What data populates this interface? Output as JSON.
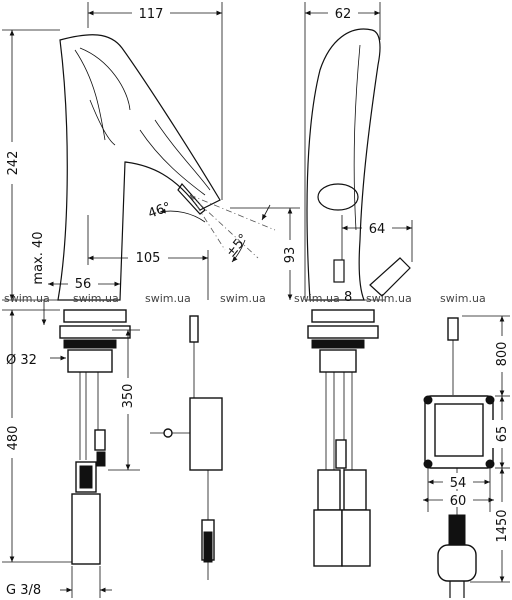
{
  "watermark": "swim.ua",
  "dimensions": {
    "d117": "117",
    "d62": "62",
    "d242": "242",
    "d46": "46°",
    "d15": "±5°",
    "d105": "105",
    "d93": "93",
    "d64": "64",
    "max40": "max. 40",
    "d56": "56",
    "dia32": "Ø 32",
    "d350": "350",
    "d480": "480",
    "d800": "800",
    "d65": "65",
    "d54": "54",
    "d60": "60",
    "d1450": "1450",
    "g38": "G 3/8",
    "d8": "8"
  }
}
